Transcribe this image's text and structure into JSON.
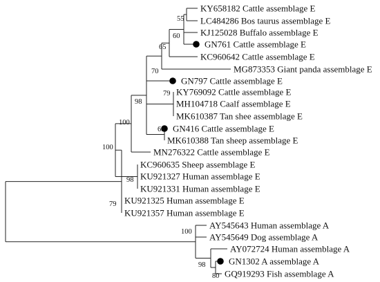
{
  "colors": {
    "line": "#222222",
    "text": "#111111",
    "marker": "#000000"
  },
  "tree": {
    "leaves": [
      {
        "id": "l0",
        "label": "KY658182 Cattle assemblage E",
        "marked": false
      },
      {
        "id": "l1",
        "label": "LC484286 Bos taurus assemblage E",
        "marked": false
      },
      {
        "id": "l2",
        "label": "KJ125028 Buffalo assemblage E",
        "marked": false
      },
      {
        "id": "l3",
        "label": "GN761 Cattle assemblage E",
        "marked": true
      },
      {
        "id": "l4",
        "label": "KC960642 Cattle assemblage E",
        "marked": false
      },
      {
        "id": "l5",
        "label": "MG873353 Giant panda assemblage E",
        "marked": false
      },
      {
        "id": "l6",
        "label": "GN797 Cattle assemblage E",
        "marked": true
      },
      {
        "id": "l7",
        "label": "KY769092 Cattle assemblage E",
        "marked": false
      },
      {
        "id": "l8",
        "label": "MH104718 Caalf assemblage E",
        "marked": false
      },
      {
        "id": "l9",
        "label": "MK610387 Tan shee assemblage E",
        "marked": false
      },
      {
        "id": "l10",
        "label": "GN416 Cattle assemblage E",
        "marked": true
      },
      {
        "id": "l11",
        "label": "MK610388 Tan sheep assemblage E",
        "marked": false
      },
      {
        "id": "l12",
        "label": "MN276322 Cattle assemblage E",
        "marked": false
      },
      {
        "id": "l13",
        "label": "KC960635 Sheep assemblage E",
        "marked": false
      },
      {
        "id": "l14",
        "label": "KU921327 Human assemblage E",
        "marked": false
      },
      {
        "id": "l15",
        "label": "KU921331 Human assemblage E",
        "marked": false
      },
      {
        "id": "l16",
        "label": "KU921325 Human assemblage E",
        "marked": false
      },
      {
        "id": "l17",
        "label": "KU921357 Human assemblage E",
        "marked": false
      },
      {
        "id": "l18",
        "label": "AY545643 Human assemblage A",
        "marked": false
      },
      {
        "id": "l19",
        "label": "AY545649 Dog assemblage A",
        "marked": false
      },
      {
        "id": "l20",
        "label": "AY072724 Human assemblage A",
        "marked": false
      },
      {
        "id": "l21",
        "label": "GN1302 A assemblage A",
        "marked": true
      },
      {
        "id": "l22",
        "label": "GQ919293 Fish assemblage A",
        "marked": false
      }
    ],
    "bootstrap": [
      {
        "node": "c55",
        "value": "55"
      },
      {
        "node": "c60",
        "value": "60"
      },
      {
        "node": "c65",
        "value": "65"
      },
      {
        "node": "c70",
        "value": "70"
      },
      {
        "node": "c79a",
        "value": "79"
      },
      {
        "node": "c68",
        "value": "68"
      },
      {
        "node": "c98a",
        "value": "98"
      },
      {
        "node": "c100a",
        "value": "100"
      },
      {
        "node": "c100b",
        "value": "100"
      },
      {
        "node": "c98b",
        "value": "98"
      },
      {
        "node": "c79b",
        "value": "79"
      },
      {
        "node": "c100c",
        "value": "100"
      },
      {
        "node": "c98c",
        "value": "98"
      },
      {
        "node": "c80",
        "value": "80"
      }
    ]
  }
}
